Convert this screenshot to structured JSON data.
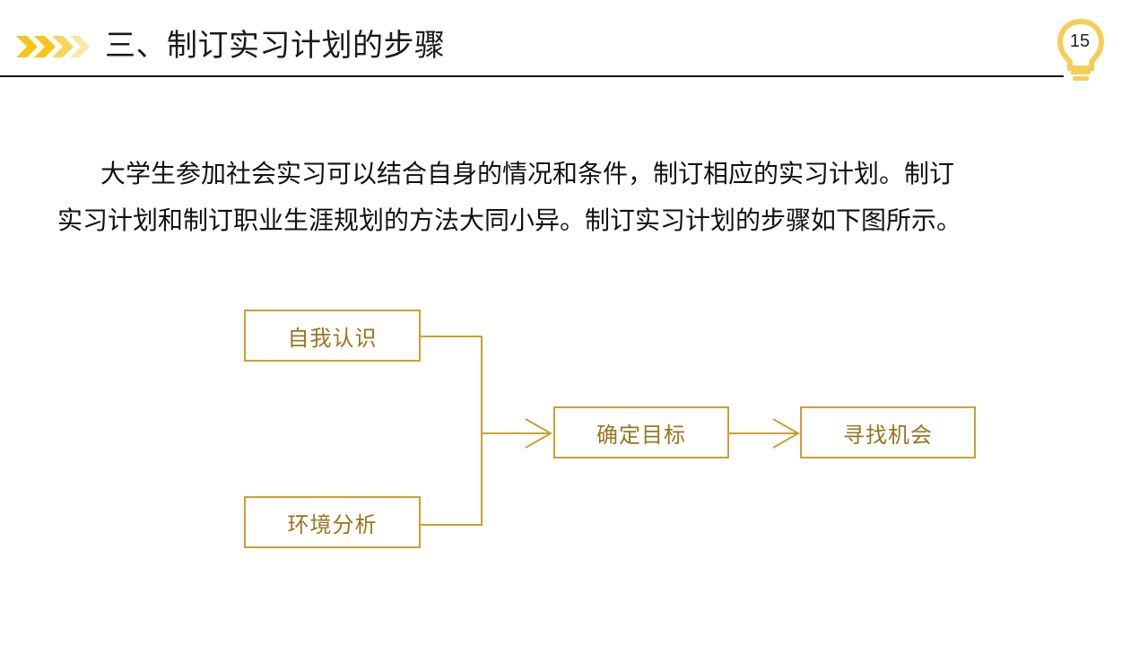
{
  "header": {
    "title": "三、制订实习计划的步骤",
    "page_number": "15",
    "accent_color": "#f5c518",
    "bulb_color": "#f3cf5a"
  },
  "body": {
    "paragraph_line1": "大学生参加社会实习可以结合自身的情况和条件，制订相应的实习计划。制订",
    "paragraph_line2": "实习计划和制订职业生涯规划的方法大同小异。制订实习计划的步骤如下图所示。"
  },
  "diagram": {
    "line_color": "#c9a033",
    "text_color": "#9a7420",
    "nodes": {
      "self_awareness": "自我认识",
      "environment_analysis": "环境分析",
      "set_goal": "确定目标",
      "find_opportunity": "寻找机会"
    },
    "edges": [
      [
        "自我认识",
        "确定目标"
      ],
      [
        "环境分析",
        "确定目标"
      ],
      [
        "确定目标",
        "寻找机会"
      ]
    ]
  }
}
